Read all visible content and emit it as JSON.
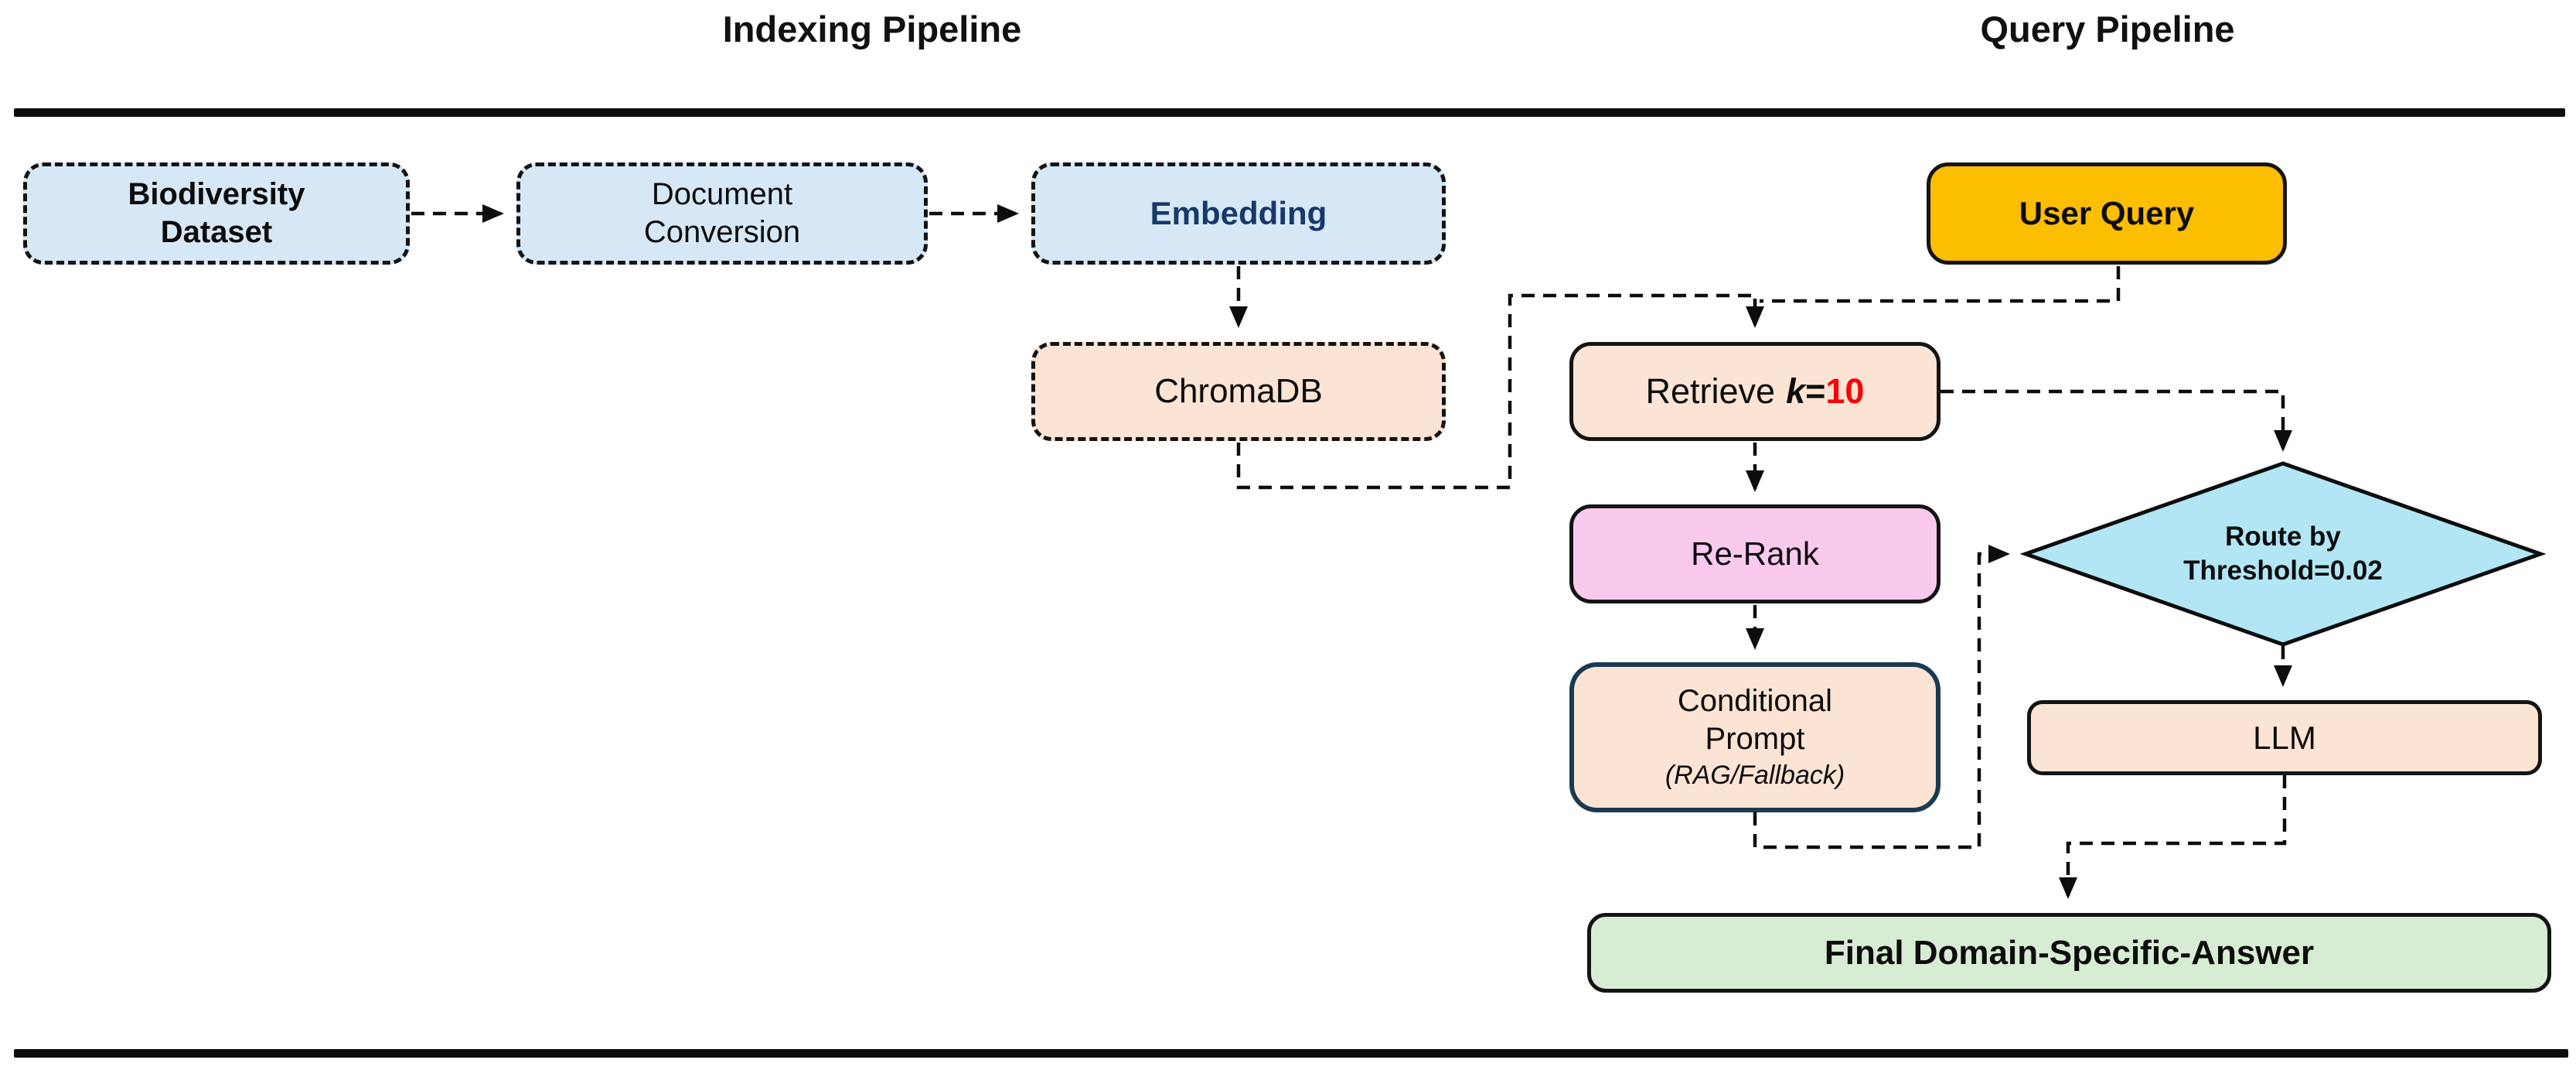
{
  "titles": {
    "indexing": "Indexing Pipeline",
    "query": "Query Pipeline"
  },
  "nodes": {
    "biodiversity": {
      "line1": "Biodiversity",
      "line2": "Dataset"
    },
    "document": {
      "line1": "Document",
      "line2": "Conversion"
    },
    "embedding": {
      "label": "Embedding"
    },
    "chromadb": {
      "label": "ChromaDB"
    },
    "user_query": {
      "label": "User Query"
    },
    "retrieve": {
      "prefix": "Retrieve",
      "k": "k",
      "eq": "=",
      "value": "10"
    },
    "rerank": {
      "label": "Re-Rank"
    },
    "conditional_prompt": {
      "line1": "Conditional",
      "line2": "Prompt",
      "subtext": "(RAG/Fallback)"
    },
    "router": {
      "line1": "Route by",
      "line2": "Threshold=0.02"
    },
    "llm": {
      "label": "LLM"
    },
    "final_answer": {
      "label": "Final Domain-Specific-Answer"
    }
  },
  "edges": [
    {
      "from": "biodiversity-dataset",
      "to": "document-conversion"
    },
    {
      "from": "document-conversion",
      "to": "embedding"
    },
    {
      "from": "embedding",
      "to": "chromadb"
    },
    {
      "from": "chromadb",
      "to": "retrieve"
    },
    {
      "from": "user-query",
      "to": "retrieve"
    },
    {
      "from": "retrieve",
      "to": "re-rank"
    },
    {
      "from": "re-rank",
      "to": "conditional-prompt"
    },
    {
      "from": "retrieve",
      "to": "route-by-threshold"
    },
    {
      "from": "conditional-prompt",
      "to": "route-by-threshold"
    },
    {
      "from": "route-by-threshold",
      "to": "llm"
    },
    {
      "from": "llm",
      "to": "final-domain-specific-answer"
    }
  ],
  "colors": {
    "box_blue": "#d6e8f5",
    "box_peach": "#fce4d4",
    "box_pink": "#f9c9ee",
    "box_gold": "#fcbe00",
    "box_green": "#d7edd3",
    "diamond_cyan": "#b2e6f4",
    "navy_border": "#1b3a52",
    "embedding_text": "#17386b",
    "red_value": "#fb0006",
    "line_black": "#0d0d0d"
  }
}
